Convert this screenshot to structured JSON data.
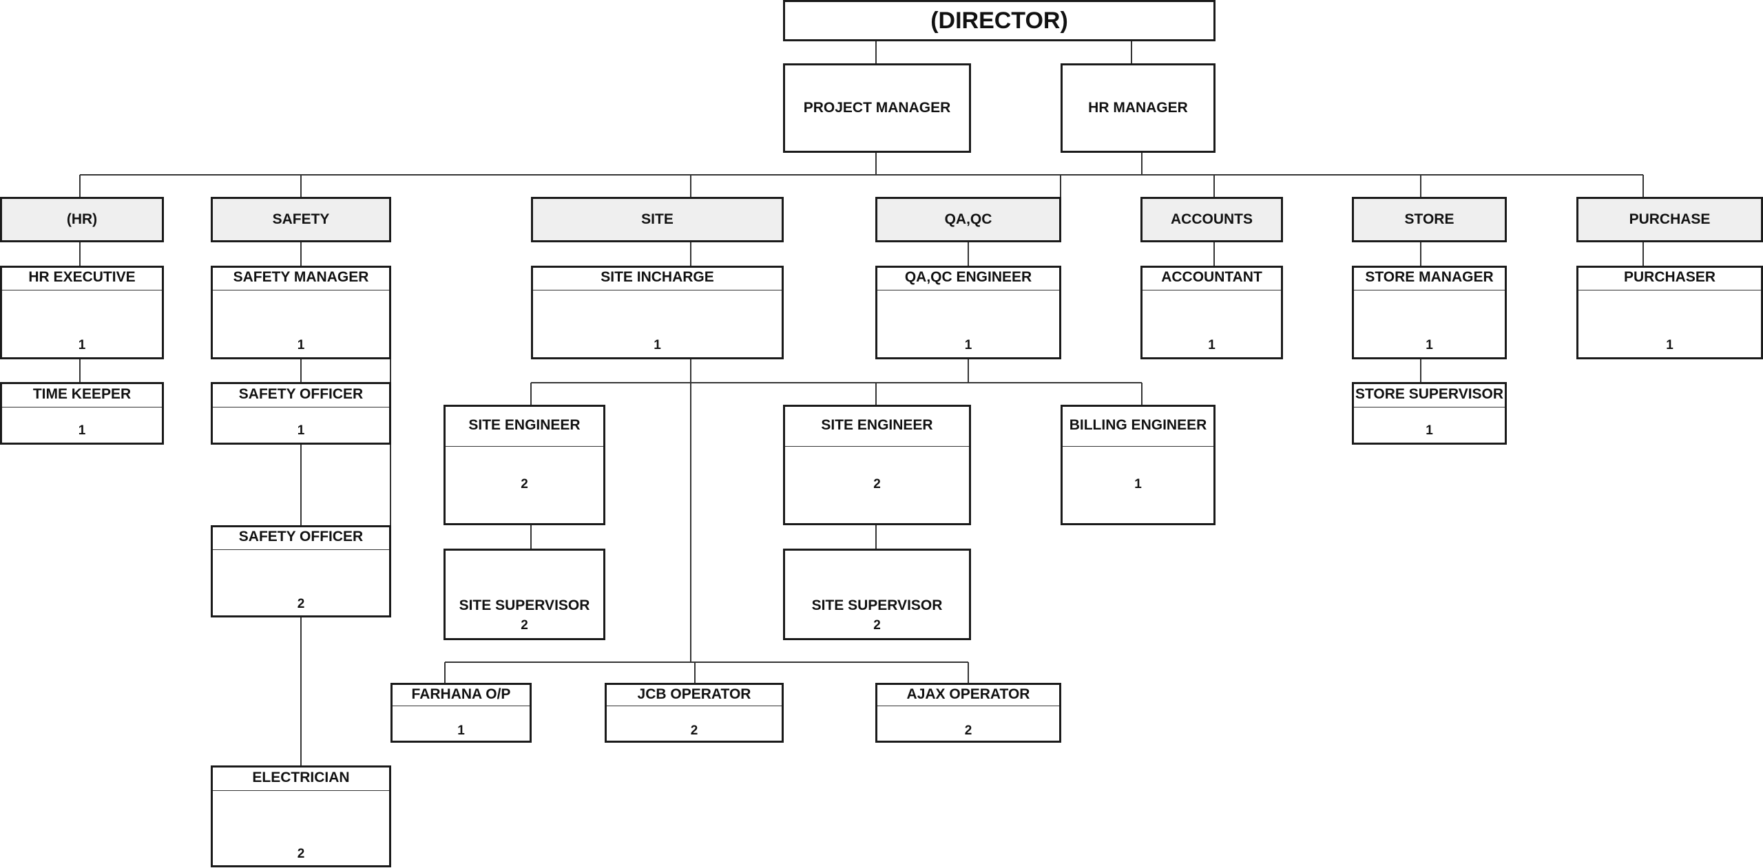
{
  "director": {
    "title": "(DIRECTOR)"
  },
  "project_manager": {
    "title": "PROJECT MANAGER"
  },
  "hr_manager": {
    "title": "HR  MANAGER"
  },
  "departments": {
    "hr": "(HR)",
    "safety": "SAFETY",
    "site": "SITE",
    "qaqc": "QA,QC",
    "accounts": "ACCOUNTS",
    "store": "STORE",
    "purchase": "PURCHASE"
  },
  "positions": {
    "hr_executive": {
      "title": "HR EXECUTIVE",
      "count": "1"
    },
    "time_keeper": {
      "title": "TIME KEEPER",
      "count": "1"
    },
    "safety_manager": {
      "title": "SAFETY MANAGER",
      "count": "1"
    },
    "safety_officer_1": {
      "title": "SAFETY OFFICER",
      "count": "1"
    },
    "safety_officer_2": {
      "title": "SAFETY OFFICER",
      "count": "2"
    },
    "electrician": {
      "title": "ELECTRICIAN",
      "count": "2"
    },
    "site_incharge": {
      "title": "SITE INCHARGE",
      "count": "1"
    },
    "site_engineer_1": {
      "title": "SITE ENGINEER",
      "count": "2"
    },
    "site_supervisor_1": {
      "title": "SITE SUPERVISOR",
      "count": "2"
    },
    "site_engineer_2": {
      "title": "SITE ENGINEER",
      "count": "2"
    },
    "site_supervisor_2": {
      "title": "SITE SUPERVISOR",
      "count": "2"
    },
    "billing_engineer": {
      "title": "BILLING ENGINEER",
      "count": "1"
    },
    "farhana_op": {
      "title": "FARHANA O/P",
      "count": "1"
    },
    "jcb_operator": {
      "title": "JCB OPERATOR",
      "count": "2"
    },
    "ajax_operator": {
      "title": "AJAX OPERATOR",
      "count": "2"
    },
    "qaqc_engineer": {
      "title": "QA,QC ENGINEER",
      "count": "1"
    },
    "accountant": {
      "title": "ACCOUNTANT",
      "count": "1"
    },
    "store_manager": {
      "title": "STORE  MANAGER",
      "count": "1"
    },
    "store_supervisor": {
      "title": "STORE SUPERVISOR",
      "count": "1"
    },
    "purchaser": {
      "title": "PURCHASER",
      "count": "1"
    }
  }
}
